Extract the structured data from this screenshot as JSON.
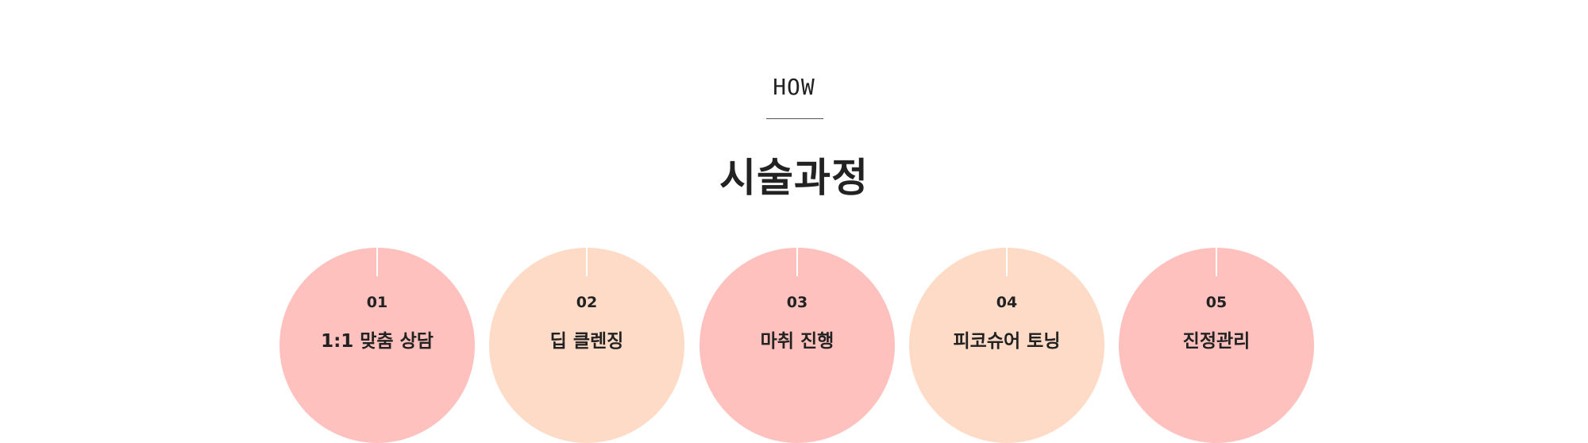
{
  "section": {
    "eyebrow": "HOW",
    "title": "시술과정"
  },
  "colors": {
    "pink": "#fec1be",
    "peach": "#fedbc7"
  },
  "steps": [
    {
      "number": "01",
      "label": "1:1 맞춤 상담",
      "color": "#fec1be"
    },
    {
      "number": "02",
      "label": "딥 클렌징",
      "color": "#fedbc7"
    },
    {
      "number": "03",
      "label": "마취 진행",
      "color": "#fec1be"
    },
    {
      "number": "04",
      "label": "피코슈어 토닝",
      "color": "#fedbc7"
    },
    {
      "number": "05",
      "label": "진정관리",
      "color": "#fec1be"
    }
  ]
}
